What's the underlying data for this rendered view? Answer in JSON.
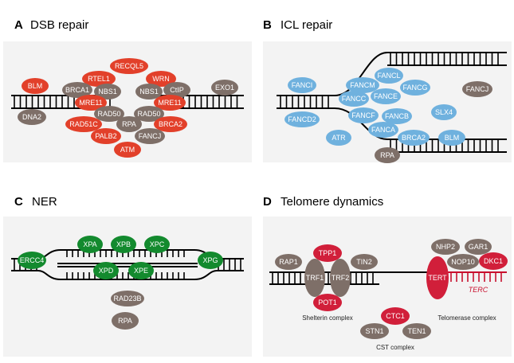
{
  "colors": {
    "red": "#e2402a",
    "gray": "#7e6f68",
    "blue": "#6fb1de",
    "green": "#138a2e",
    "crimson": "#d11f3a",
    "terc": "#c8102e"
  },
  "panels": {
    "a": {
      "letter": "A",
      "title": "DSB repair"
    },
    "b": {
      "letter": "B",
      "title": "ICL repair"
    },
    "c": {
      "letter": "C",
      "title": "NER"
    },
    "d": {
      "letter": "D",
      "title": "Telomere dynamics"
    }
  },
  "dsb": {
    "recql5": "RECQL5",
    "rtel1": "RTEL1",
    "wrn": "WRN",
    "blm": "BLM",
    "brca1": "BRCA1",
    "nbs1_l": "NBS1",
    "nbs1_r": "NBS1",
    "ctip": "CtIP",
    "exo1": "EXO1",
    "mre11_l": "MRE11",
    "mre11_r": "MRE11",
    "dna2": "DNA2",
    "rad50_l": "RAD50",
    "rad50_r": "RAD50",
    "rpa": "RPA",
    "rad51c": "RAD51C",
    "brca2": "BRCA2",
    "palb2": "PALB2",
    "fancj": "FANCJ",
    "atm": "ATM"
  },
  "icl": {
    "fanci": "FANCI",
    "fancd2": "FANCD2",
    "fancm": "FANCM",
    "fancl": "FANCL",
    "fancc": "FANCC",
    "fance": "FANCE",
    "fancg": "FANCG",
    "fancj": "FANCJ",
    "fancf": "FANCF",
    "fancb": "FANCB",
    "slx4": "SLX4",
    "fanca": "FANCA",
    "atr": "ATR",
    "brca2": "BRCA2",
    "blm": "BLM",
    "rpa": "RPA"
  },
  "ner": {
    "ercc4": "ERCC4",
    "xpa": "XPA",
    "xpb": "XPB",
    "xpc": "XPC",
    "xpd": "XPD",
    "xpe": "XPE",
    "xpg": "XPG",
    "rad23b": "RAD23B",
    "rpa": "RPA"
  },
  "telomere": {
    "tpp1": "TPP1",
    "rap1": "RAP1",
    "tin2": "TIN2",
    "trf1": "TRF1",
    "trf2": "TRF2",
    "pot1": "POT1",
    "shelterin": "Shelterin complex",
    "ctc1": "CTC1",
    "stn1": "STN1",
    "ten1": "TEN1",
    "cst": "CST complex",
    "nhp2": "NHP2",
    "gar1": "GAR1",
    "nop10": "NOP10",
    "dkc1": "DKC1",
    "tert": "TERT",
    "terc": "TERC",
    "telomerase": "Telomerase complex"
  }
}
